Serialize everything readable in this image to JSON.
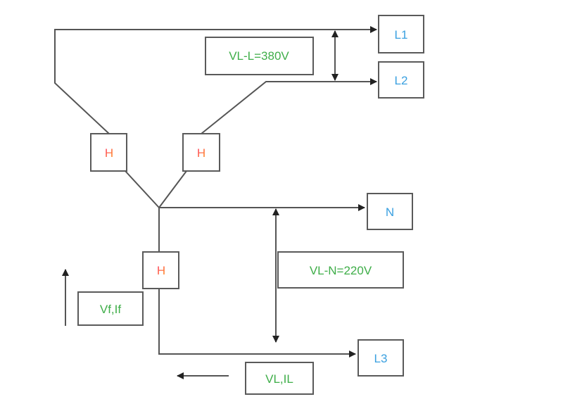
{
  "colors": {
    "terminal": "#3aa0e0",
    "heater_gradient": [
      "#ff3b6b",
      "#ff9a1f"
    ],
    "annotation": "#3fae49",
    "wire": "#555555",
    "box_border": "#5a5a5a"
  },
  "terminals": {
    "l1": "L1",
    "l2": "L2",
    "n": "N",
    "l3": "L3"
  },
  "heaters": {
    "left": "H",
    "right": "H",
    "bottom": "H"
  },
  "annotations": {
    "line_to_line": "VL-L=380V",
    "line_to_neutral": "VL-N=220V",
    "phase": "Vf,If",
    "line": "VL,IL"
  }
}
